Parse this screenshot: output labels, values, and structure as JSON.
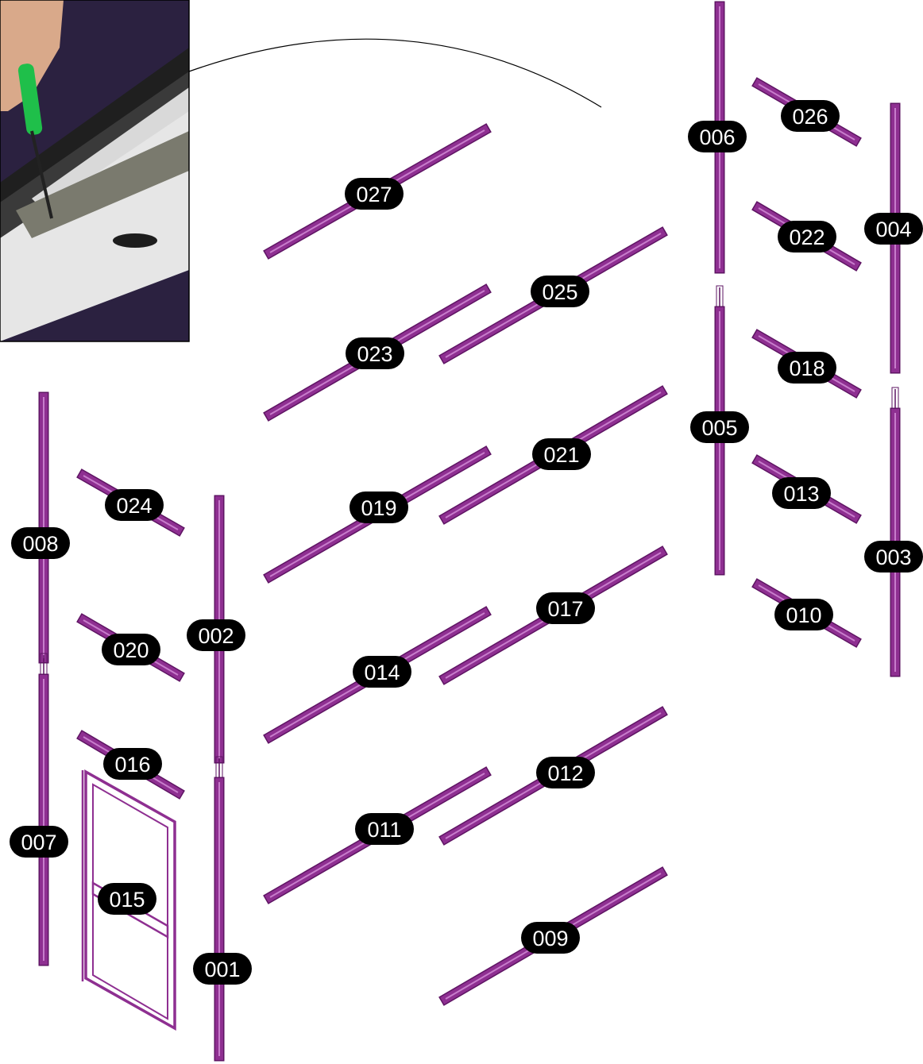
{
  "colors": {
    "extrusion_fill": "#8e2f91",
    "extrusion_stroke": "#5e1463",
    "extrusion_highlight": "#c77ccb",
    "badge_bg": "#000000",
    "badge_text": "#ffffff",
    "photo_bg": "#2b2140"
  },
  "photo": {
    "icon": "screwdriver-photo"
  },
  "parts": [
    {
      "id": "006",
      "label": "006"
    },
    {
      "id": "026",
      "label": "026"
    },
    {
      "id": "004",
      "label": "004"
    },
    {
      "id": "027",
      "label": "027"
    },
    {
      "id": "022",
      "label": "022"
    },
    {
      "id": "025",
      "label": "025"
    },
    {
      "id": "023",
      "label": "023"
    },
    {
      "id": "018",
      "label": "018"
    },
    {
      "id": "005",
      "label": "005"
    },
    {
      "id": "021",
      "label": "021"
    },
    {
      "id": "013",
      "label": "013"
    },
    {
      "id": "024",
      "label": "024"
    },
    {
      "id": "019",
      "label": "019"
    },
    {
      "id": "008",
      "label": "008"
    },
    {
      "id": "003",
      "label": "003"
    },
    {
      "id": "017",
      "label": "017"
    },
    {
      "id": "010",
      "label": "010"
    },
    {
      "id": "002",
      "label": "002"
    },
    {
      "id": "020",
      "label": "020"
    },
    {
      "id": "014",
      "label": "014"
    },
    {
      "id": "016",
      "label": "016"
    },
    {
      "id": "012",
      "label": "012"
    },
    {
      "id": "011",
      "label": "011"
    },
    {
      "id": "007",
      "label": "007"
    },
    {
      "id": "015",
      "label": "015"
    },
    {
      "id": "009",
      "label": "009"
    },
    {
      "id": "001",
      "label": "001"
    }
  ]
}
